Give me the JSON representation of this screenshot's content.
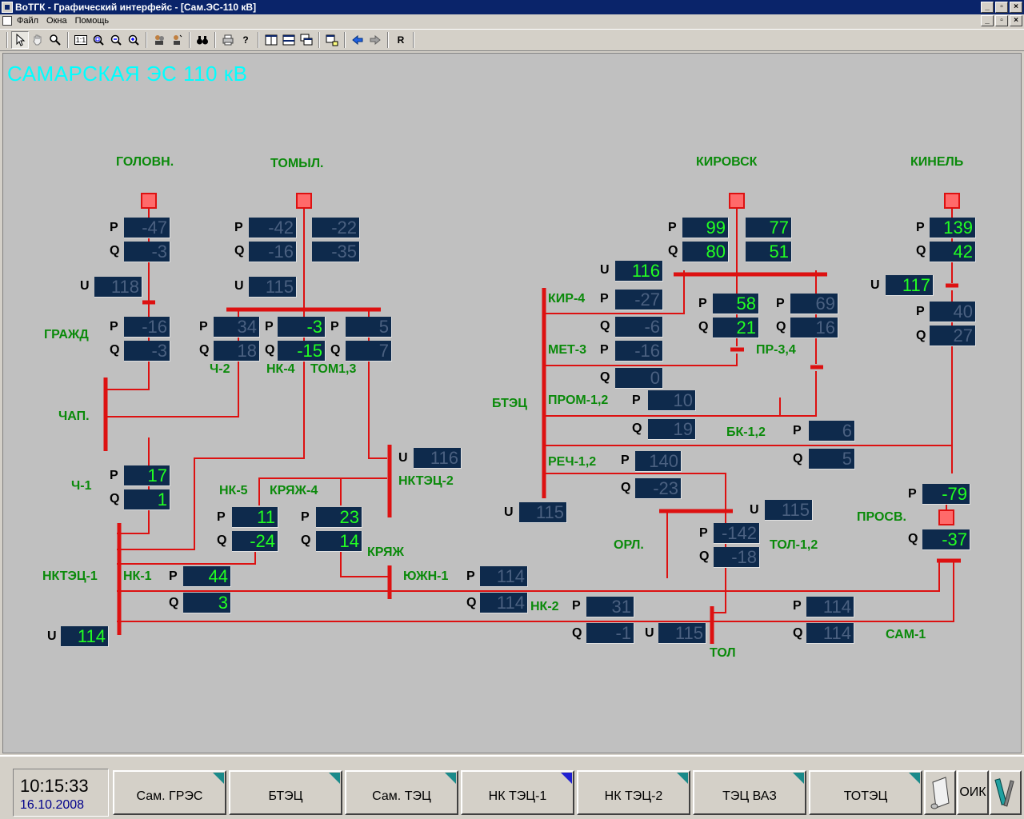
{
  "window": {
    "title": "ВоТГК - Графический интерфейс - [Сам.ЭС-110 кВ]",
    "menu": [
      "Файл",
      "Окна",
      "Помощь"
    ],
    "min": "_",
    "restore": "▫",
    "close": "×"
  },
  "toolbar": {
    "r_label": "R",
    "scale_label": "1:1",
    "help_label": "?"
  },
  "scheme": {
    "title": "САМАРСКАЯ ЭС 110 кВ",
    "labels": {
      "golovn": "ГОЛОВН.",
      "tomyl": "ТОМЫЛ.",
      "kirovsk": "КИРОВСК",
      "kinel": "КИНЕЛЬ",
      "grazhd": "ГРАЖД",
      "chap": "ЧАП.",
      "ch1": "Ч-1",
      "ch2": "Ч-2",
      "nk4": "НК-4",
      "tom13": "ТОМ1,3",
      "nk5": "НК-5",
      "kryazh4": "КРЯЖ-4",
      "nktec2": "НКТЭЦ-2",
      "kryazh": "КРЯЖ",
      "nktec1": "НКТЭЦ-1",
      "nk1": "НК-1",
      "yuzhn1": "ЮЖН-1",
      "nk2": "НК-2",
      "tol": "ТОЛ",
      "sam1": "САМ-1",
      "kir4": "КИР-4",
      "met3": "МЕТ-3",
      "btec": "БТЭЦ",
      "prom12": "ПРОМ-1,2",
      "rech12": "РЕЧ-1,2",
      "pr34": "ПР-3,4",
      "bk12": "БК-1,2",
      "orl": "ОРЛ.",
      "tol12": "ТОЛ-1,2",
      "prosv": "ПРОСВ."
    },
    "letters": {
      "p": "P",
      "q": "Q",
      "u": "U"
    },
    "values": {
      "golovn_p": "-47",
      "golovn_q": "-3",
      "grazhd_u": "118",
      "grazhd_p": "-16",
      "grazhd_q": "-3",
      "tomyl_p": "-42",
      "tomyl_q": "-16",
      "tomyl_p2": "-22",
      "tomyl_q2": "-35",
      "tomyl_u": "115",
      "ch2_p": "34",
      "ch2_q": "18",
      "nk4_p": "-3",
      "nk4_q": "-15",
      "tom13_p": "5",
      "tom13_q": "7",
      "ch1_p": "17",
      "ch1_q": "1",
      "nktec2_u": "116",
      "nk5_p": "11",
      "nk5_q": "-24",
      "kryazh4_p": "23",
      "kryazh4_q": "14",
      "nk1_p": "44",
      "nk1_q": "3",
      "nktec1_u": "114",
      "yuzhn1_p": "114",
      "yuzhn1_q": "114",
      "nk2_p": "31",
      "nk2_q": "-1",
      "tol_u": "115",
      "sam1_p": "114",
      "sam1_q": "114",
      "kirovsk_p": "99",
      "kirovsk_q": "80",
      "kirovsk_p2": "77",
      "kirovsk_q2": "51",
      "kirovsk_u": "116",
      "kir4_p": "-27",
      "kir4_q": "-6",
      "pr_p": "58",
      "pr_q": "21",
      "pr_p2": "69",
      "pr_q2": "16",
      "met3_p": "-16",
      "met3_q": "0",
      "prom12_p": "10",
      "prom12_q": "19",
      "bk12_p": "6",
      "bk12_q": "5",
      "rech12_p": "140",
      "rech12_q": "-23",
      "btec_u": "115",
      "orl_u": "115",
      "tol12_p": "-142",
      "tol12_q": "-18",
      "kinel_p": "139",
      "kinel_q": "42",
      "kinel_u": "117",
      "kinel_p2": "40",
      "kinel_q2": "27",
      "prosv_p": "-79",
      "prosv_q": "-37"
    }
  },
  "status": {
    "time": "10:15:33",
    "date": "16.10.2008",
    "nav": [
      "Сам. ГРЭС",
      "БТЭЦ",
      "Сам. ТЭЦ",
      "НК ТЭЦ-1",
      "НК ТЭЦ-2",
      "ТЭЦ ВАЗ",
      "ТОТЭЦ"
    ],
    "oik": "ОИК"
  },
  "colors": {
    "line": "#dd1111",
    "label": "#0a8a0a",
    "title": "#00ffff",
    "live_value": "#22ff22",
    "stale_value": "#4a6080",
    "value_bg": "#0e2a4c"
  }
}
